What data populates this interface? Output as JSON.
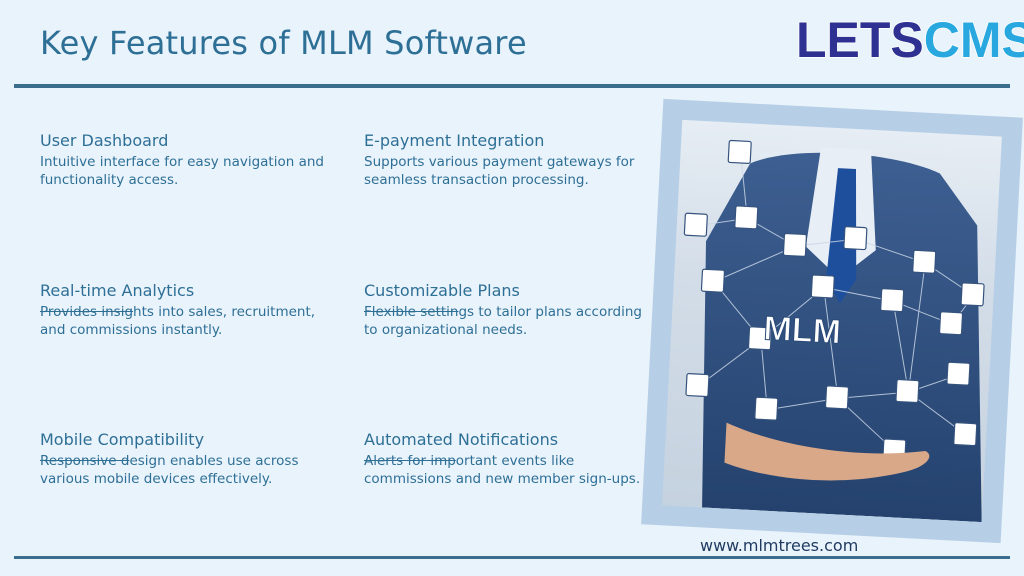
{
  "title": "Key Features of MLM Software",
  "logo": {
    "part1": "LETS",
    "part2": "CMS"
  },
  "features": [
    {
      "title": "User Dashboard",
      "struck": "",
      "rest": "Intuitive interface for easy navigation and functionality access."
    },
    {
      "title": "E-payment Integration",
      "struck": "",
      "rest": "Supports various payment gateways for seamless transaction processing."
    },
    {
      "title": "Real-time Analytics",
      "struck": "Provides insig",
      "rest": "hts into sales, recruitment, and commissions instantly."
    },
    {
      "title": "Customizable Plans",
      "struck": "Flexible settin",
      "rest": "gs to tailor plans according to organizational needs."
    },
    {
      "title": "Mobile Compatibility",
      "struck": "Responsive d",
      "rest": "esign enables use across various mobile devices effectively."
    },
    {
      "title": "Automated Notifications",
      "struck": "Alerts for imp",
      "rest": "ortant events like commissions and new member sign-ups."
    }
  ],
  "image": {
    "label": "MLM"
  },
  "footer": {
    "url": "www.mlmtrees.com"
  }
}
